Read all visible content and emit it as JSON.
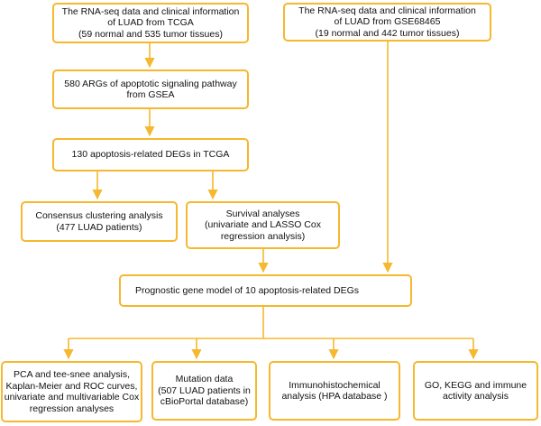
{
  "colors": {
    "border": "#F5B82E",
    "arrow": "#F5B82E",
    "text": "#111111"
  },
  "boxes": {
    "tcga": {
      "lines": [
        "The RNA-seq data and clinical information",
        "of LUAD from TCGA",
        "(59 normal and 535 tumor tissues)"
      ]
    },
    "gse": {
      "lines": [
        "The RNA-seq data and clinical information",
        "of LUAD from GSE68465",
        "(19 normal and 442 tumor tissues)"
      ]
    },
    "args": {
      "lines": [
        "580 ARGs of apoptotic signaling pathway",
        "from GSEA"
      ]
    },
    "degs": {
      "lines": [
        "130 apoptosis-related DEGs in TCGA"
      ]
    },
    "consensus": {
      "lines": [
        "Consensus clustering analysis",
        "(477 LUAD patients)"
      ]
    },
    "survival": {
      "lines": [
        "Survival analyses",
        "(univariate and LASSO Cox",
        "regression analysis)"
      ]
    },
    "model": {
      "lines": [
        "Prognostic gene model of 10 apoptosis-related DEGs"
      ]
    },
    "pca": {
      "lines": [
        "PCA and tee-snee analysis,",
        "Kaplan-Meier and ROC curves,",
        "univariate and multivariable Cox",
        "regression analyses"
      ]
    },
    "mutation": {
      "lines": [
        "Mutation data",
        "(507 LUAD patients in",
        "cBioPortal database)"
      ]
    },
    "ihc": {
      "lines": [
        "Immunohistochemical",
        "analysis (HPA database )"
      ]
    },
    "go": {
      "lines": [
        "GO, KEGG and immune",
        "activity analysis"
      ]
    }
  }
}
